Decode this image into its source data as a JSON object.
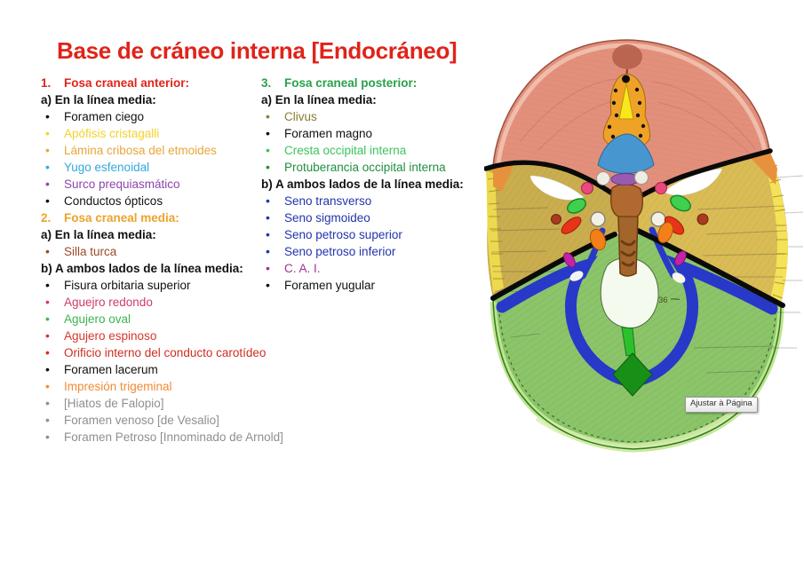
{
  "title": {
    "text": "Base de cráneo interna [Endocráneo]",
    "color": "#e0231a"
  },
  "columns": {
    "left": [
      {
        "style": "num",
        "marker": "1.",
        "text": "Fosa craneal anterior:",
        "color": "#e0231a"
      },
      {
        "style": "sub",
        "text": "a) En la línea media:",
        "color": "#111111"
      },
      {
        "style": "bullet",
        "text": "Foramen ciego",
        "color": "#111111"
      },
      {
        "style": "bullet",
        "text": "Apófisis cristagalli",
        "color": "#f2d32b"
      },
      {
        "style": "bullet",
        "text": "Lámina cribosa del etmoides",
        "color": "#e9a63b"
      },
      {
        "style": "bullet",
        "text": "Yugo esfenoidal",
        "color": "#35a8dc"
      },
      {
        "style": "bullet",
        "text": "Surco prequiasmático",
        "color": "#8e44ad"
      },
      {
        "style": "bullet",
        "text": "Conductos ópticos",
        "color": "#111111"
      },
      {
        "style": "num",
        "marker": "2.",
        "text": "Fosa craneal media:",
        "color": "#eda32a"
      },
      {
        "style": "sub",
        "text": "a) En la línea media:",
        "color": "#111111"
      },
      {
        "style": "bullet",
        "text": "Silla turca",
        "color": "#9c4a28"
      },
      {
        "style": "sub",
        "text": "b) A ambos lados de la línea media:",
        "color": "#111111"
      },
      {
        "style": "bullet",
        "text": "Fisura orbitaria superior",
        "color": "#111111"
      },
      {
        "style": "bullet",
        "text": "Aguejro redondo",
        "color": "#cf3a6b"
      },
      {
        "style": "bullet",
        "text": "Agujero oval",
        "color": "#3cb54e"
      },
      {
        "style": "bullet",
        "text": "Agujero espinoso",
        "color": "#d8362a"
      },
      {
        "style": "bullet",
        "text": "Orificio interno del conducto carotídeo",
        "color": "#cc2e22"
      },
      {
        "style": "bullet",
        "text": "Foramen lacerum",
        "color": "#111111"
      },
      {
        "style": "bullet",
        "text": "Impresión trigeminal",
        "color": "#ef8c35"
      },
      {
        "style": "bullet",
        "text": "[Hiatos de Falopio]",
        "color": "#8f8f8f"
      },
      {
        "style": "bullet",
        "text": "Foramen venoso [de Vesalio]",
        "color": "#8f8f8f"
      },
      {
        "style": "bullet",
        "text": "Foramen Petroso [Innominado de Arnold]",
        "color": "#8f8f8f"
      }
    ],
    "right": [
      {
        "style": "num",
        "marker": "3.",
        "text": "Fosa craneal posterior:",
        "color": "#28a148"
      },
      {
        "style": "sub",
        "text": "a) En la línea media:",
        "color": "#111111"
      },
      {
        "style": "bullet",
        "text": "Clivus",
        "color": "#8a7c31"
      },
      {
        "style": "bullet",
        "text": "Foramen magno",
        "color": "#111111"
      },
      {
        "style": "bullet",
        "text": "Cresta occipital interna",
        "color": "#3cc45e"
      },
      {
        "style": "bullet",
        "text": "Protuberancia occipital interna",
        "color": "#1f8f3f"
      },
      {
        "style": "sub",
        "text": "b) A ambos lados de la línea media:",
        "color": "#111111"
      },
      {
        "style": "bullet",
        "text": "Seno transverso",
        "color": "#2334ab"
      },
      {
        "style": "bullet",
        "text": "Seno sigmoideo",
        "color": "#2334ab"
      },
      {
        "style": "bullet",
        "text": "Seno petroso superior",
        "color": "#2334ab"
      },
      {
        "style": "bullet",
        "text": "Seno petroso inferior",
        "color": "#2334ab"
      },
      {
        "style": "bullet",
        "text": "C. A. I.",
        "color": "#a03096"
      },
      {
        "style": "bullet",
        "text": "Foramen yugular",
        "color": "#111111"
      }
    ]
  },
  "figure": {
    "marker_label": "36",
    "tooltip": "Ajustar à Página",
    "regions": {
      "fosa_anterior": "#e2907c",
      "fosa_media": "#cdb050",
      "fosa_posterior": "#8cc46a",
      "senos_venosos": "#2838c8",
      "crista_galli": "#f7e71c",
      "lamina_cribosa": "#f0a227",
      "yugo_esfenoidal": "#4796d0",
      "surco_prequiasmatico": "#995ab2",
      "silla_turca": "#b06a30",
      "clivus": "#a2652c",
      "agujero_redondo": "#e84a7c",
      "agujero_oval": "#3ed04e",
      "agujero_espinoso": "#e73418",
      "impresion_trigeminal": "#f28018",
      "cai": "#c323ab",
      "cresta_occipital": "#2cc12c",
      "protuberancia_occipital": "#189018",
      "foramen_magno": "#f5faef"
    }
  }
}
